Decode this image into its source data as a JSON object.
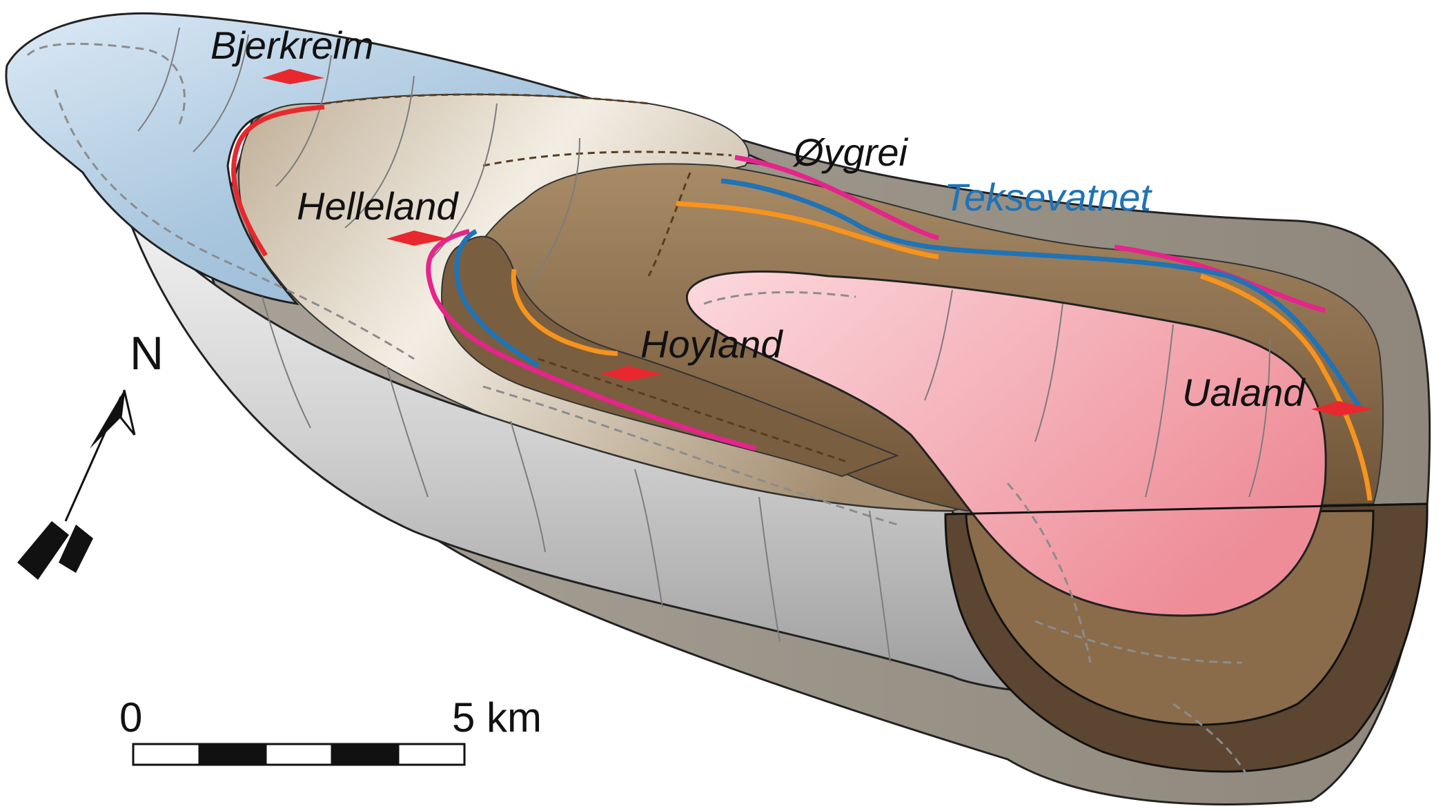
{
  "places": {
    "bjerkreim": "Bjerkreim",
    "helleland": "Helleland",
    "oygrei": "Øygrei",
    "teksevatnet": "Teksevatnet",
    "hoyland": "Hoyland",
    "ualand": "Ualand"
  },
  "north_arrow": {
    "label": "N"
  },
  "scale_bar": {
    "start_label": "0",
    "end_label": "5 km"
  },
  "colors": {
    "outer_blue": "#9dbdd6",
    "shell_grey": "#d8d8d8",
    "brown": "#8a6c4a",
    "dark_brown": "#5a4530",
    "pink_core": "#f19aa5",
    "red_line": "#e8282e",
    "magenta_line": "#e6248c",
    "blue_line": "#1f73b7",
    "orange_line": "#f7941d",
    "teksevatnet_text": "#1f73b7"
  }
}
